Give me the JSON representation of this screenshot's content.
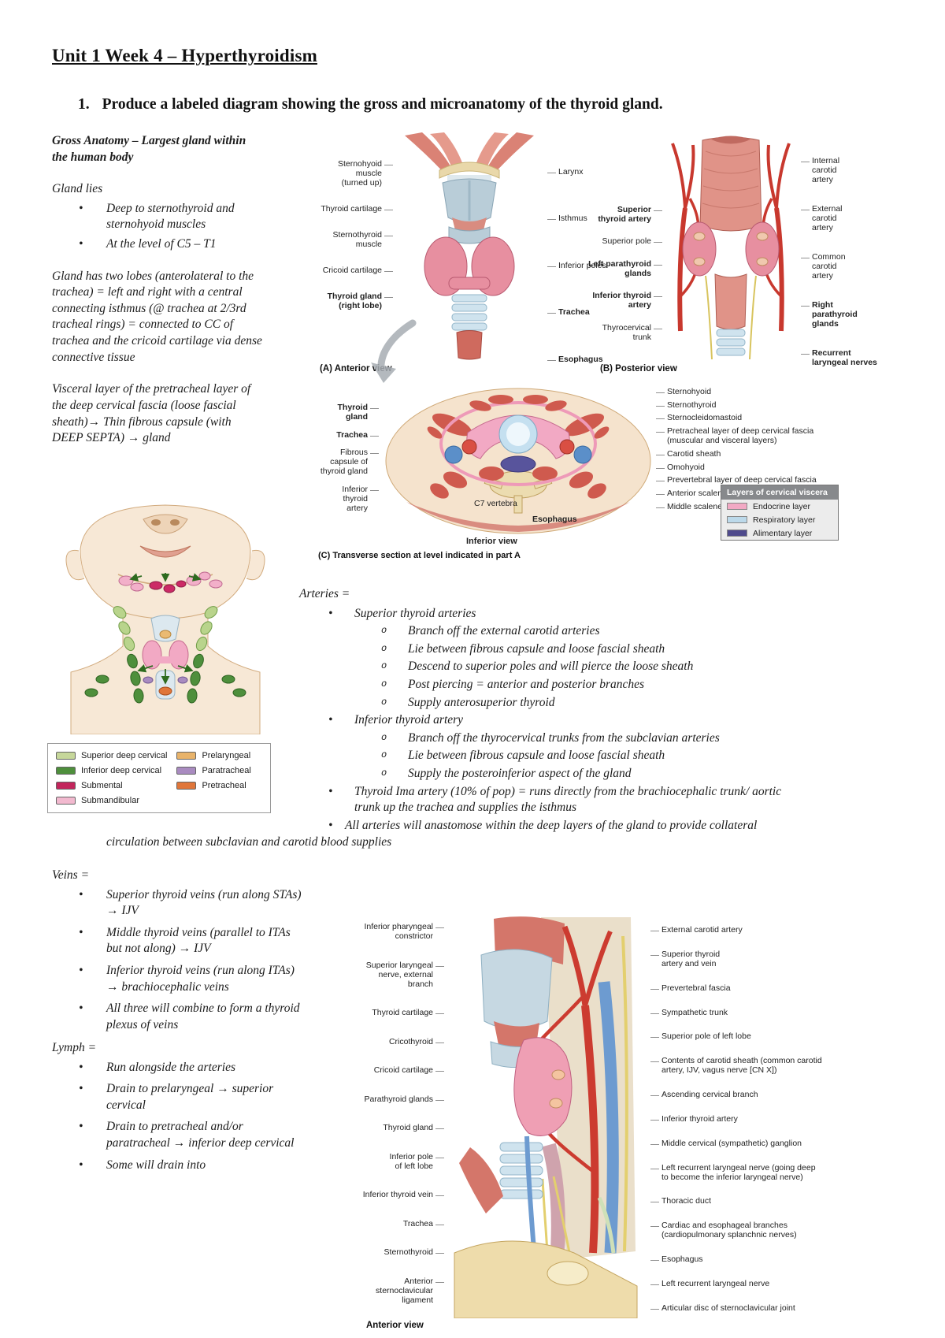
{
  "page": {
    "title": "Unit 1 Week 4 – Hyperthyroidism",
    "question_number": "1.",
    "question": "Produce a labeled diagram showing the gross and microanatomy of the thyroid gland."
  },
  "left_notes": {
    "heading": "Gross Anatomy – Largest gland within the human body",
    "gland_lies_heading": "Gland lies",
    "gland_lies_items": [
      "Deep to sternothyroid and sternohyoid muscles",
      "At the level of C5 – T1"
    ],
    "para_lobes": "Gland has two lobes (anterolateral to the trachea) = left and right with a central connecting isthmus (@ trachea at 2/3rd tracheal rings) = connected to CC of trachea and the cricoid cartilage via dense connective tissue",
    "para_fascia": "Visceral layer of the pretracheal layer of the deep cervical fascia (loose fascial sheath)→ Thin fibrous capsule (with DEEP SEPTA) → gland"
  },
  "figure_ab": {
    "a": {
      "caption": "(A) Anterior view",
      "left_labels": [
        {
          "t": "Sternohyoid muscle\n(turned up)"
        },
        {
          "t": "Thyroid cartilage"
        },
        {
          "t": "Sternothyroid\nmuscle"
        },
        {
          "t": "Cricoid cartilage"
        },
        {
          "t": "Thyroid gland\n(right lobe)",
          "b": true
        }
      ],
      "right_labels": [
        {
          "t": "Larynx"
        },
        {
          "t": "Isthmus"
        },
        {
          "t": "Inferior poles"
        },
        {
          "t": "Trachea",
          "b": true
        },
        {
          "t": "Esophagus",
          "b": true
        }
      ]
    },
    "b": {
      "caption": "(B) Posterior view",
      "left_labels": [
        {
          "t": "Superior\nthyroid artery",
          "b": true
        },
        {
          "t": "Superior pole"
        },
        {
          "t": "Left parathyroid\nglands",
          "b": true
        },
        {
          "t": "Inferior thyroid\nartery",
          "b": true
        },
        {
          "t": "Thyrocervical\ntrunk"
        }
      ],
      "right_labels": [
        {
          "t": "Internal\ncarotid\nartery"
        },
        {
          "t": "External\ncarotid\nartery"
        },
        {
          "t": "Common\ncarotid\nartery"
        },
        {
          "t": "Right\nparathyroid\nglands",
          "b": true
        },
        {
          "t": "Recurrent\nlaryngeal nerves",
          "b": true
        }
      ]
    }
  },
  "figure_c": {
    "left_labels": [
      {
        "t": "Thyroid gland",
        "b": true
      },
      {
        "t": "Trachea",
        "b": true
      },
      {
        "t": "Fibrous\ncapsule of\nthyroid gland"
      },
      {
        "t": "Inferior\nthyroid\nartery"
      }
    ],
    "right_labels": [
      {
        "t": "Sternohyoid"
      },
      {
        "t": "Sternothyroid"
      },
      {
        "t": "Sternocleidomastoid"
      },
      {
        "t": "Pretracheal layer of deep cervical fascia\n(muscular and visceral layers)"
      },
      {
        "t": "Carotid sheath"
      },
      {
        "t": "Omohyoid"
      },
      {
        "t": "Prevertebral layer of deep cervical fascia"
      },
      {
        "t": "Anterior scalene"
      },
      {
        "t": "Middle scalene"
      }
    ],
    "c7_label": "C7 vertebra",
    "esophagus_label": "Esophagus",
    "inferior_view_label": "Inferior view",
    "caption": "(C) Transverse section at level indicated in part A",
    "legend": {
      "title": "Layers of cervical viscera",
      "items": [
        {
          "label": "Endocrine layer",
          "color": "#f2a9c4"
        },
        {
          "label": "Respiratory layer",
          "color": "#bcd9ea"
        },
        {
          "label": "Alimentary layer",
          "color": "#4f4a8c"
        }
      ]
    }
  },
  "lymph_figure": {
    "legend_col1": [
      {
        "label": "Superior deep cervical",
        "color": "#c6d79a"
      },
      {
        "label": "Inferior deep cervical",
        "color": "#4e8f3c"
      },
      {
        "label": "Submental",
        "color": "#c2255c"
      },
      {
        "label": "Submandibular",
        "color": "#f2b9cf"
      }
    ],
    "legend_col2": [
      {
        "label": "Prelaryngeal",
        "color": "#e8b36a"
      },
      {
        "label": "Paratracheal",
        "color": "#a98bc0"
      },
      {
        "label": "Pretracheal",
        "color": "#e0763a"
      }
    ]
  },
  "arteries": {
    "heading": "Arteries =",
    "items": [
      {
        "t": "Superior thyroid arteries",
        "subs": [
          "Branch off the external carotid arteries",
          "Lie between fibrous capsule and loose fascial sheath",
          "Descend to superior poles and will pierce the loose sheath",
          "Post piercing = anterior and posterior branches",
          "Supply anterosuperior thyroid"
        ]
      },
      {
        "t": "Inferior thyroid artery",
        "subs": [
          "Branch off the thyrocervical trunks from the subclavian arteries",
          "Lie between fibrous capsule and loose fascial sheath",
          "Supply the posteroinferior aspect of the gland"
        ]
      },
      {
        "t": "Thyroid Ima artery (10% of pop) = runs directly from the brachiocephalic trunk/ aortic trunk up the trachea and supplies the isthmus",
        "subs": []
      },
      {
        "t": "All arteries will anastomose within the deep layers of the gland to provide collateral circulation between subclavian and carotid blood supplies",
        "subs": [],
        "wrap": true
      }
    ]
  },
  "veins": {
    "heading": "Veins =",
    "items": [
      "Superior thyroid veins (run along STAs) → IJV",
      "Middle thyroid veins (parallel to ITAs but not along) → IJV",
      "Inferior thyroid veins (run along ITAs) → brachiocephalic veins",
      "All three will combine to form a thyroid plexus of veins"
    ]
  },
  "lymph": {
    "heading": "Lymph =",
    "items": [
      "Run alongside the arteries",
      "Drain to prelaryngeal → superior cervical",
      "Drain to pretracheal and/or paratracheal → inferior deep cervical",
      "Some will drain into"
    ]
  },
  "figure_d": {
    "caption": "Anterior view",
    "left_labels": [
      {
        "t": "Inferior pharyngeal\nconstrictor"
      },
      {
        "t": "Superior laryngeal\nnerve, external branch"
      },
      {
        "t": "Thyroid cartilage"
      },
      {
        "t": "Cricothyroid"
      },
      {
        "t": "Cricoid cartilage"
      },
      {
        "t": "Parathyroid glands"
      },
      {
        "t": "Thyroid gland"
      },
      {
        "t": "Inferior pole\nof left lobe"
      },
      {
        "t": "Inferior thyroid vein"
      },
      {
        "t": "Trachea"
      },
      {
        "t": "Sternothyroid"
      },
      {
        "t": "Anterior sternoclavicular\nligament"
      }
    ],
    "right_labels": [
      {
        "t": "External carotid artery"
      },
      {
        "t": "Superior thyroid\nartery and vein"
      },
      {
        "t": "Prevertebral fascia"
      },
      {
        "t": "Sympathetic trunk"
      },
      {
        "t": "Superior pole of left lobe"
      },
      {
        "t": "Contents of carotid sheath (common carotid\nartery, IJV, vagus nerve [CN X])"
      },
      {
        "t": "Ascending cervical branch"
      },
      {
        "t": "Inferior thyroid artery"
      },
      {
        "t": "Middle cervical (sympathetic) ganglion"
      },
      {
        "t": "Left recurrent laryngeal nerve (going deep\nto become the inferior laryngeal nerve)"
      },
      {
        "t": "Thoracic duct"
      },
      {
        "t": "Cardiac and esophageal branches\n(cardiopulmonary splanchnic nerves)"
      },
      {
        "t": "Esophagus"
      },
      {
        "t": "Left recurrent laryngeal nerve"
      },
      {
        "t": "Articular disc of sternoclavicular joint"
      }
    ]
  }
}
